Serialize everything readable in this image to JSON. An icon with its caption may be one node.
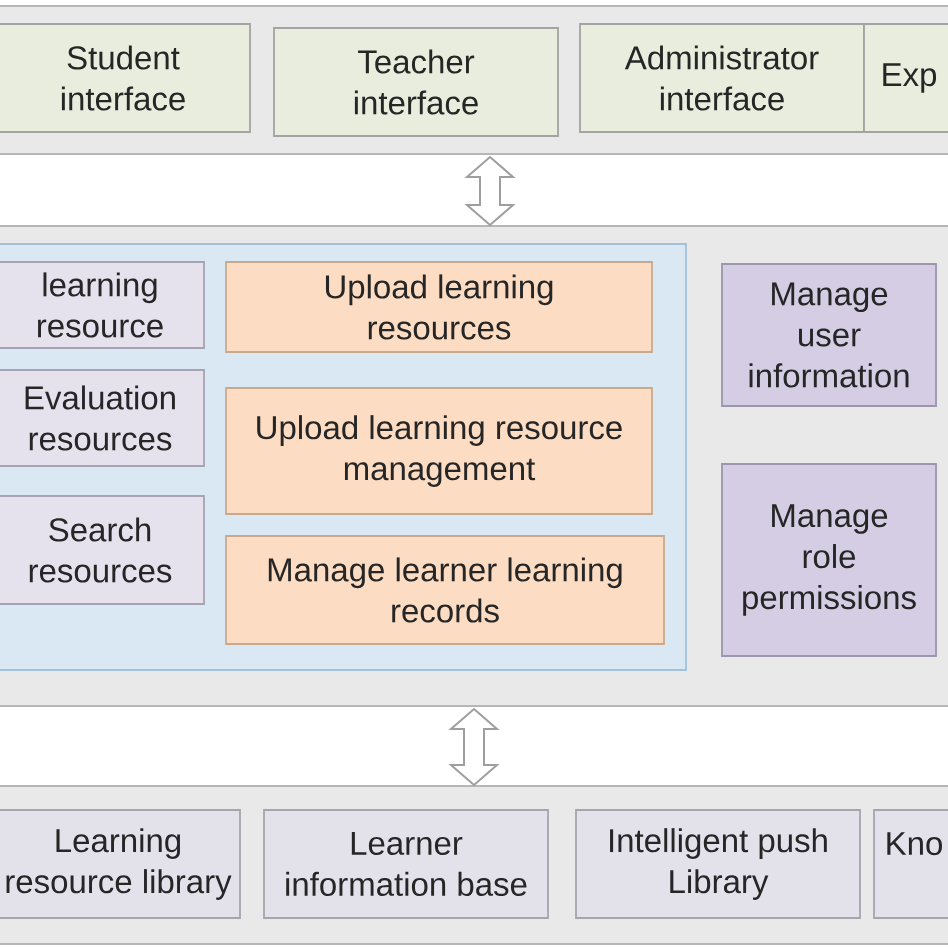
{
  "diagram": {
    "nodes": [
      {
        "text": [],
        "shape": "box"
      },
      {
        "text": [
          "Student interface"
        ],
        "in": 0
      },
      {
        "text": [
          "Teacher interface"
        ],
        "in": 0
      },
      {
        "text": [
          "Administrator interface"
        ],
        "in": 0
      },
      {
        "text": [
          "Exp"
        ],
        "in": 0
      },
      {
        "text": [],
        "shape": "box"
      },
      {
        "text": [],
        "shape": "box",
        "in": 5
      },
      {
        "text": [
          "learning resource"
        ],
        "in": 6
      },
      {
        "text": [
          "Evaluation resources"
        ],
        "in": 6
      },
      {
        "text": [
          "Search resources"
        ],
        "in": 6
      },
      {
        "text": [
          "Upload learning resources"
        ],
        "in": 6
      },
      {
        "text": [
          "Upload learning resource management"
        ],
        "in": 6
      },
      {
        "text": [
          "Manage learner learning records"
        ],
        "in": 6
      },
      {
        "text": [
          "Manage user information"
        ],
        "in": 5
      },
      {
        "text": [
          "Manage role permissions"
        ],
        "in": 5
      },
      {
        "text": [],
        "shape": "box"
      },
      {
        "text": [
          "Learning resource library"
        ],
        "in": 15
      },
      {
        "text": [
          "Learner information base"
        ],
        "in": 15
      },
      {
        "text": [
          "Intelligent push Library"
        ],
        "in": 15
      },
      {
        "text": [
          "Kno"
        ],
        "in": 15
      }
    ],
    "edges": [
      {
        "from": 0,
        "to": 5,
        "arrow": "both"
      },
      {
        "from": 5,
        "to": 15,
        "arrow": "both"
      }
    ]
  }
}
